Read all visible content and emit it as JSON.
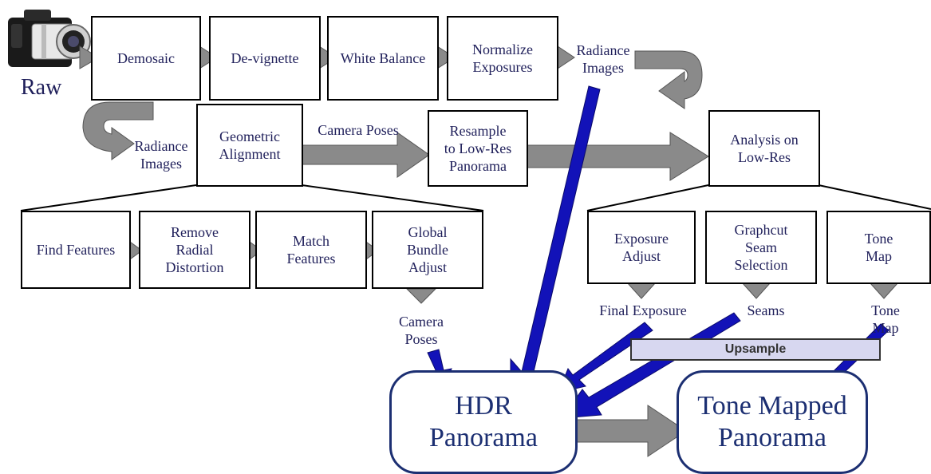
{
  "raw_label": "Raw",
  "row1": {
    "demosaic": "Demosaic",
    "devignette": "De-vignette",
    "white_balance": "White Balance",
    "normalize": "Normalize\nExposures",
    "radiance": "Radiance\nImages"
  },
  "row2": {
    "radiance": "Radiance\nImages",
    "geometric": "Geometric\nAlignment",
    "camera_poses": "Camera Poses",
    "resample": "Resample\nto Low-Res\nPanorama",
    "analysis": "Analysis on\nLow-Res"
  },
  "row3": {
    "find_features": "Find Features",
    "remove_distortion": "Remove\nRadial\nDistortion",
    "match_features": "Match\nFeatures",
    "global_bundle": "Global\nBundle\nAdjust",
    "exposure_adjust": "Exposure\nAdjust",
    "graphcut": "Graphcut\nSeam\nSelection",
    "tone_map": "Tone\nMap"
  },
  "outputs": {
    "camera_poses": "Camera\nPoses",
    "final_exposure": "Final Exposure",
    "seams": "Seams",
    "tone_map": "Tone\nMap",
    "upsample": "Upsample"
  },
  "panoramas": {
    "hdr": "HDR\nPanorama",
    "tone_mapped": "Tone Mapped\nPanorama"
  },
  "colors": {
    "arrow_gray": "#8a8a8a",
    "arrow_blue": "#1212b8",
    "text": "#1f1f5a",
    "panorama_border": "#1c2f72",
    "upsample_fill": "#d7d7f0"
  }
}
